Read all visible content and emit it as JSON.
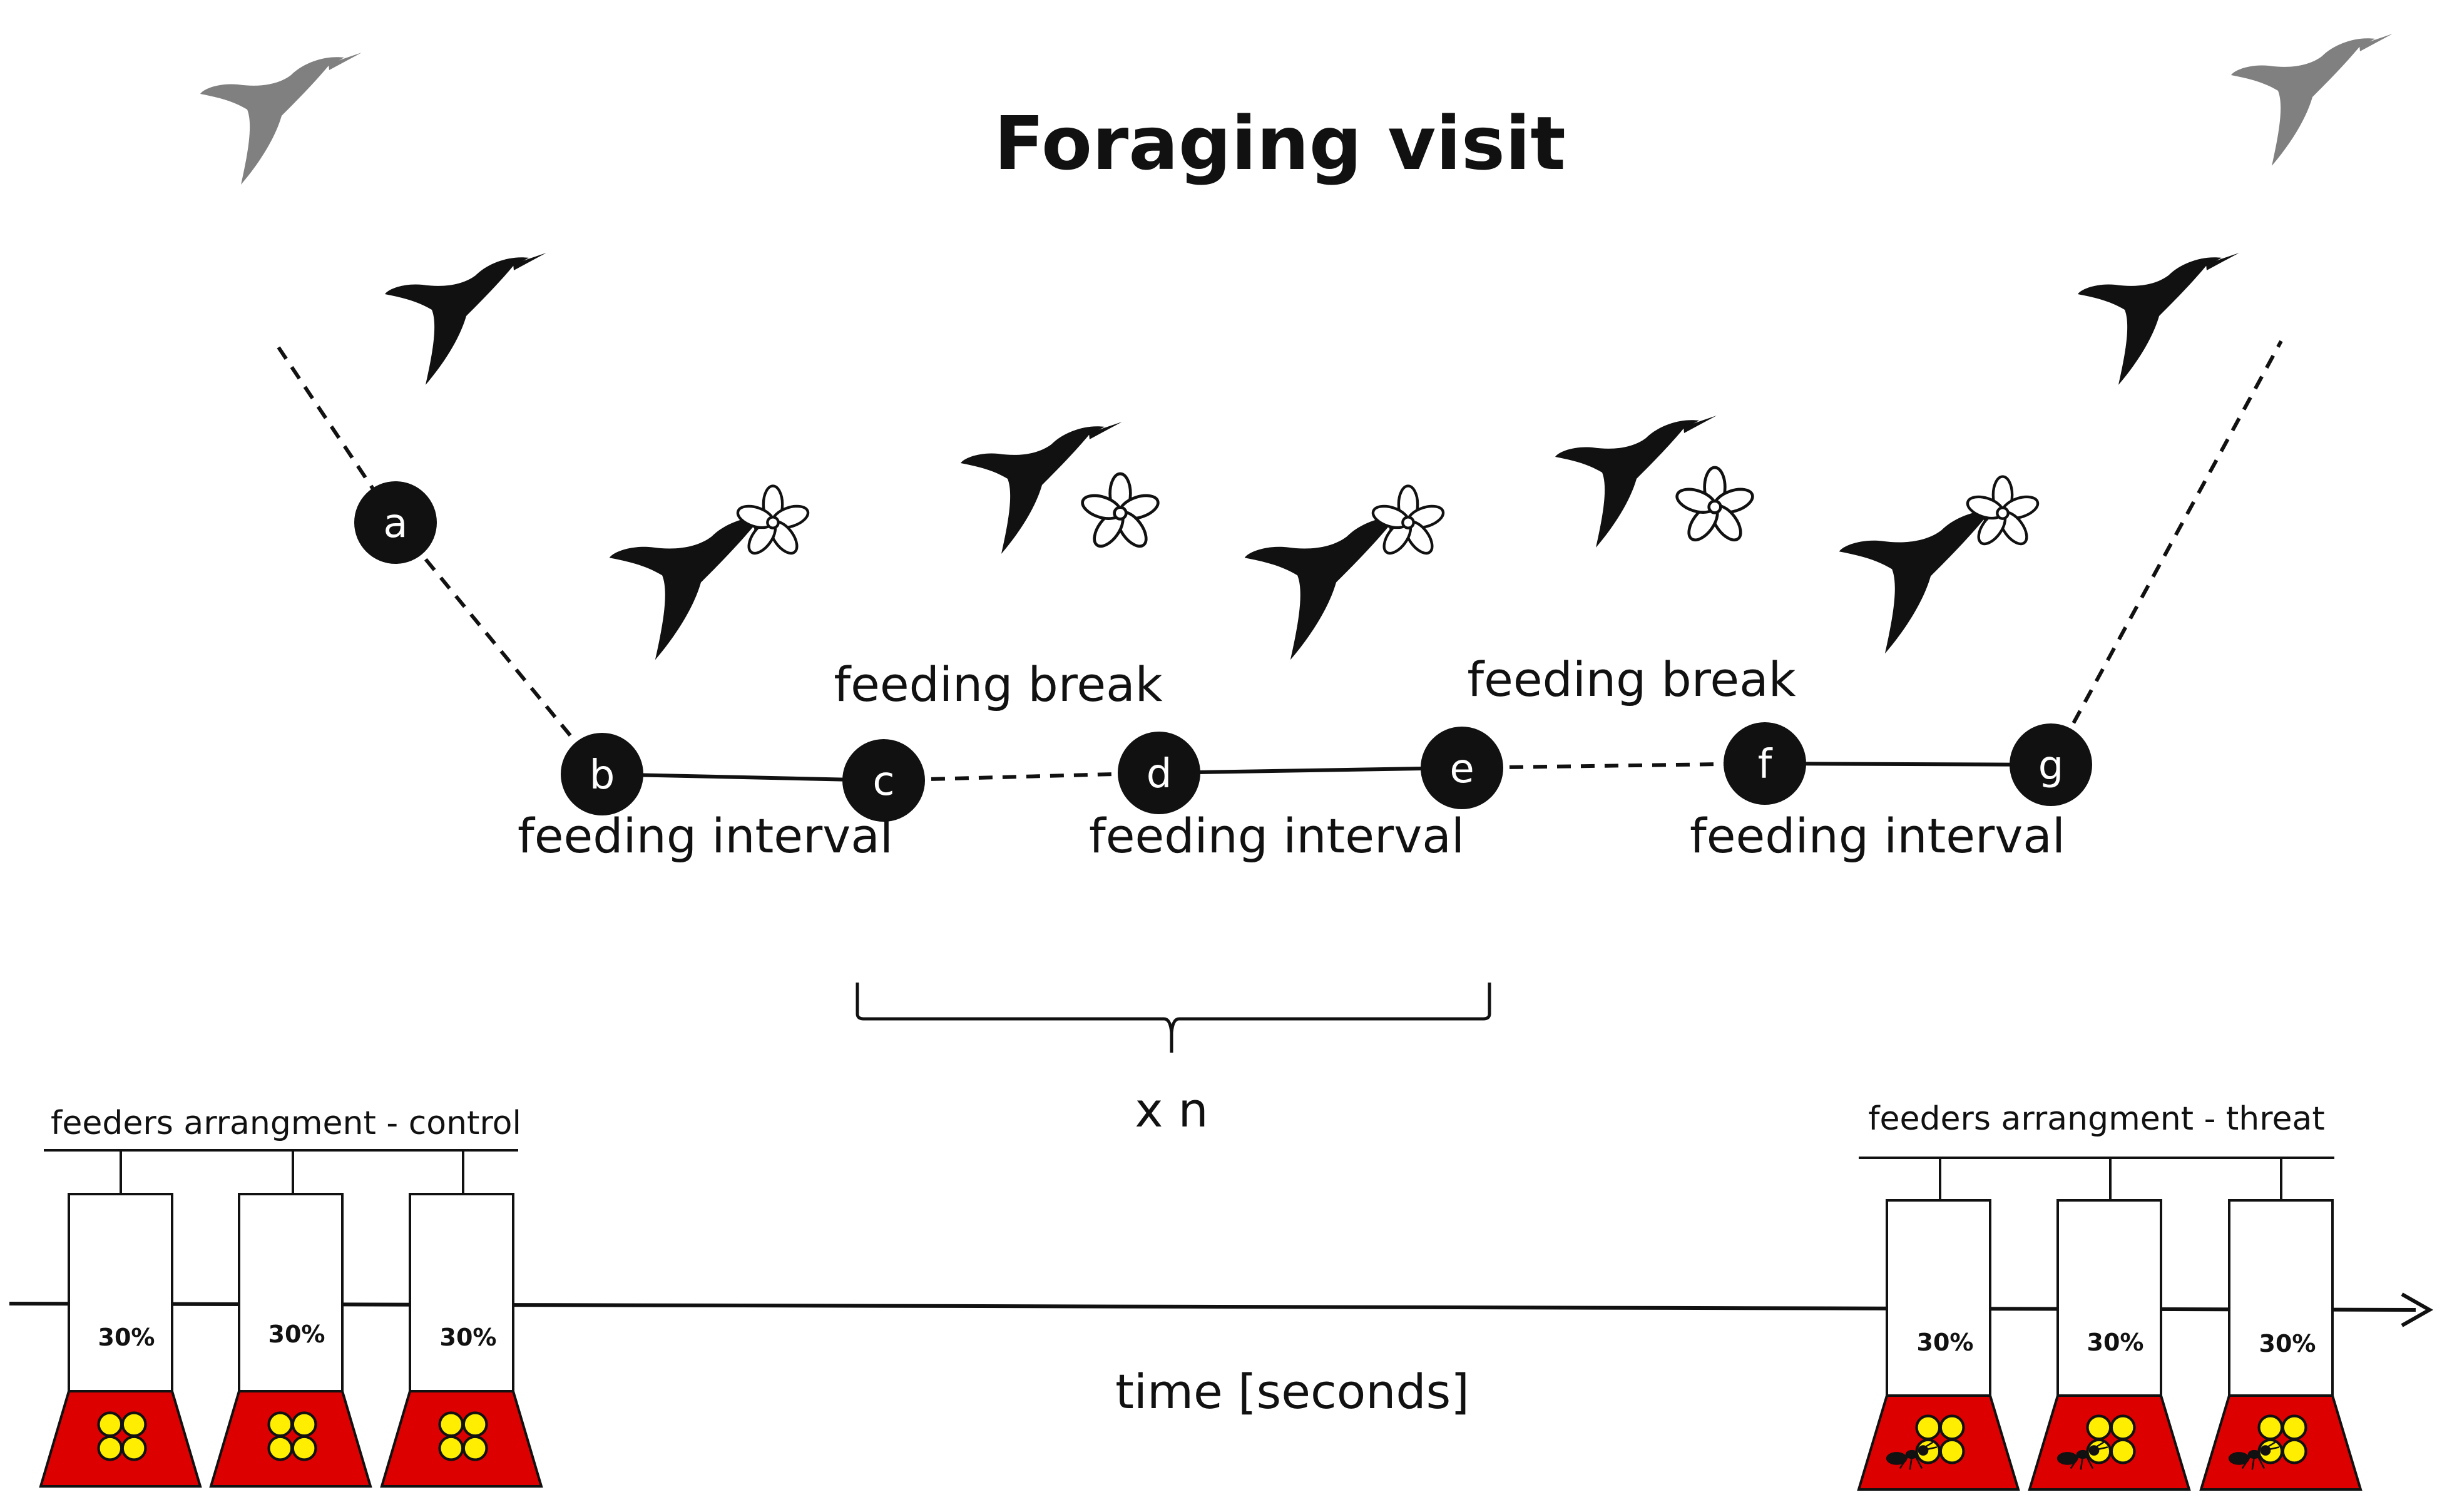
{
  "title": "Foraging visit",
  "nodes": [
    "a",
    "b",
    "c",
    "d",
    "e",
    "f",
    "g"
  ],
  "labels": {
    "feeding_interval": "feeding interval",
    "feeding_break": "feeding break",
    "repeat": "x n",
    "time_axis": "time [seconds]"
  },
  "feeders": {
    "control_label": "feeders arrangment - control",
    "threat_label": "feeders arrangment - threat",
    "concentration": "30%"
  },
  "colors": {
    "feeder_base": "#dd0000",
    "flower": "#ffee00",
    "silhouette": "#111111",
    "silhouette_faded": "#808080"
  },
  "icons": [
    "hummingbird-icon",
    "flower-icon",
    "ant-icon"
  ]
}
